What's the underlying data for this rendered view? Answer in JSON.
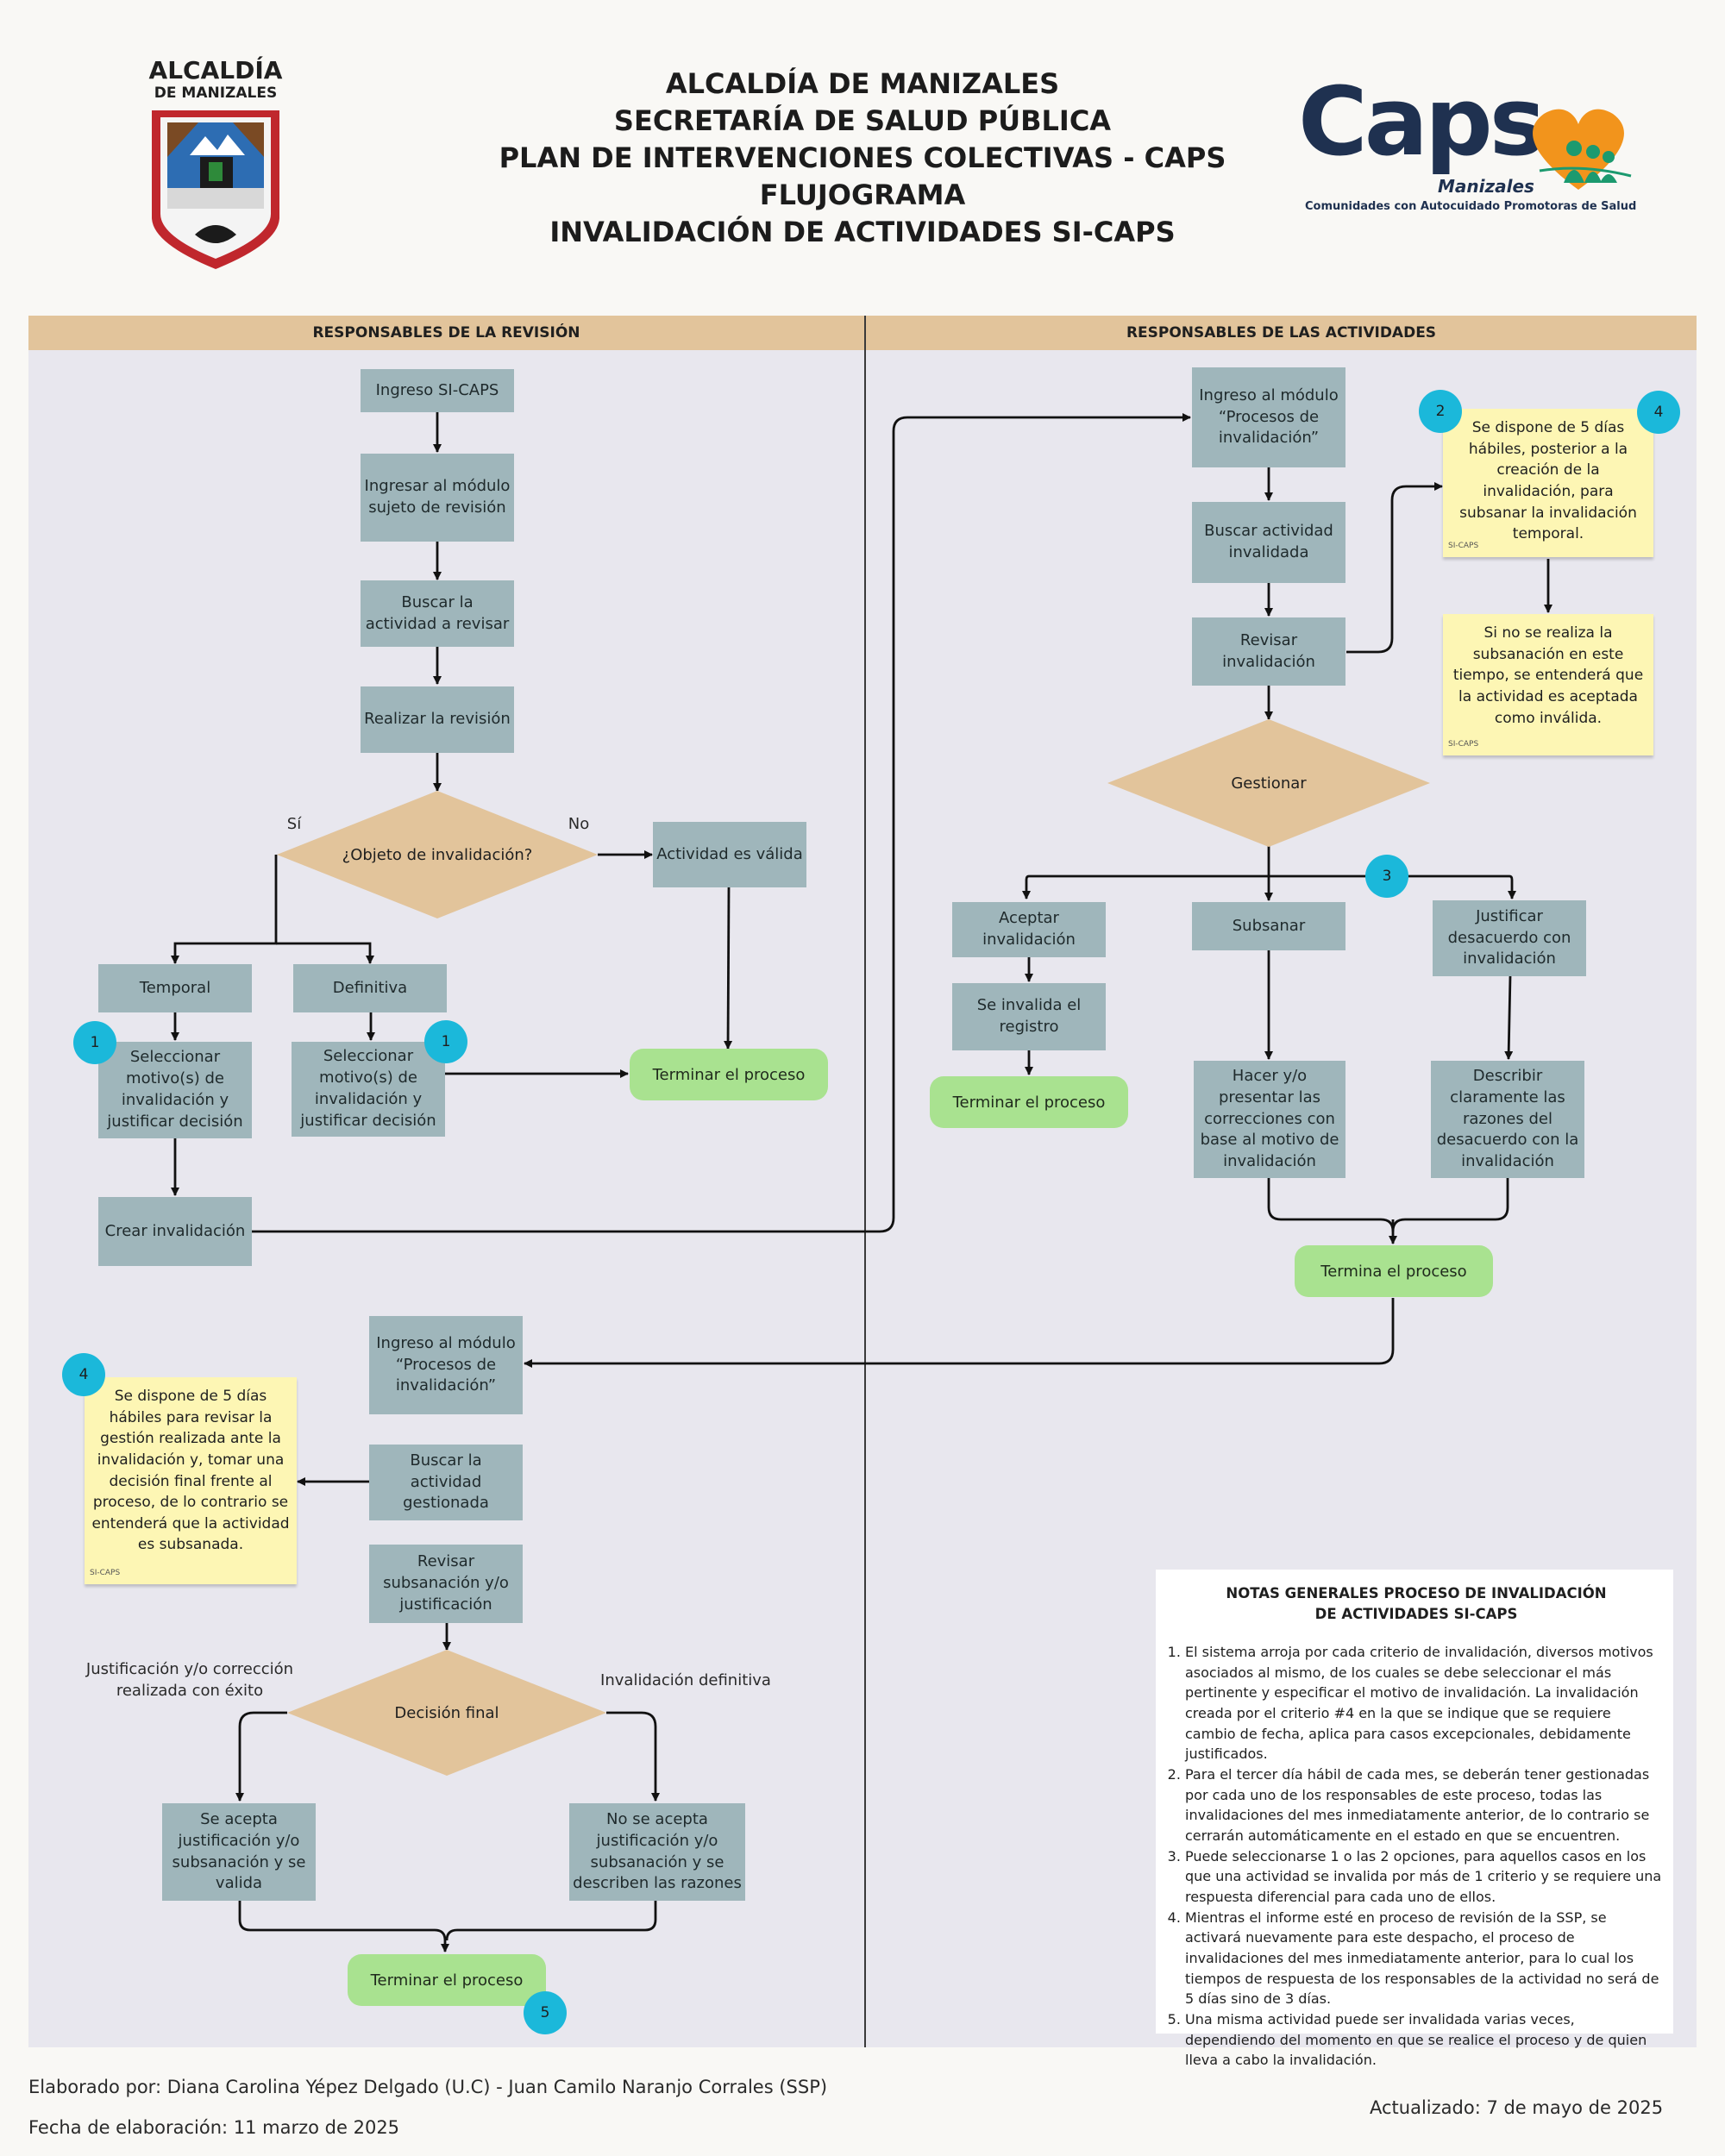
{
  "header": {
    "title_lines": [
      "ALCALDÍA DE MANIZALES",
      "SECRETARÍA DE SALUD PÚBLICA",
      "PLAN DE INTERVENCIONES COLECTIVAS - CAPS",
      "FLUJOGRAMA",
      "INVALIDACIÓN DE ACTIVIDADES SI-CAPS"
    ],
    "left_logo": {
      "line1": "ALCALDÍA",
      "line2": "DE MANIZALES"
    },
    "right_logo": {
      "word": "Caps",
      "sub": "Manizales",
      "tagline": "Comunidades con Autocuidado Promotoras de Salud"
    }
  },
  "lanes": {
    "left": "RESPONSABLES DE LA REVISIÓN",
    "right": "RESPONSABLES DE LAS ACTIVIDADES"
  },
  "left_flow": {
    "ingreso": "Ingreso SI-CAPS",
    "ingresar_modulo": "Ingresar al módulo sujeto de revisión",
    "buscar": "Buscar la actividad a revisar",
    "realizar": "Realizar la revisión",
    "decision": "¿Objeto de invalidación?",
    "yes": "Sí",
    "no": "No",
    "valida": "Actividad es válida",
    "temporal": "Temporal",
    "definitiva": "Definitiva",
    "sel_temp": "Seleccionar motivo(s) de invalidación y justificar decisión",
    "sel_def": "Seleccionar motivo(s) de invalidación y justificar decisión",
    "terminar": "Terminar el proceso",
    "crear": "Crear invalidación",
    "badge_temp": "1",
    "badge_def": "1"
  },
  "right_flow": {
    "ingreso": "Ingreso al módulo “Procesos de invalidación”",
    "buscar": "Buscar actividad invalidada",
    "revisar": "Revisar invalidación",
    "gestionar": "Gestionar",
    "aceptar": "Aceptar invalidación",
    "subsanar": "Subsanar",
    "justificar": "Justificar desacuerdo con invalidación",
    "se_invalida": "Se invalida el registro",
    "terminar": "Terminar el proceso",
    "hacer": "Hacer y/o presentar las correcciones con base al motivo de invalidación",
    "describir": "Describir claramente las razones del desacuerdo con la invalidación",
    "termina": "Termina el proceso",
    "badge_3": "3",
    "note1": {
      "text": "Se dispone de 5 días hábiles, posterior a la creación de la invalidación, para subsanar la invalidación temporal.",
      "tag": "SI-CAPS",
      "badge_a": "2",
      "badge_b": "4"
    },
    "note2": {
      "text": "Si no se realiza la subsanación en este tiempo, se entenderá que la actividad es aceptada como inválida.",
      "tag": "SI-CAPS"
    }
  },
  "bottom_flow": {
    "ingreso": "Ingreso al módulo “Procesos de invalidación”",
    "buscar": "Buscar la actividad gestionada",
    "revisar": "Revisar subsanación y/o justificación",
    "decision": "Decisión final",
    "left_label": "Justificación y/o corrección realizada con éxito",
    "right_label": "Invalidación definitiva",
    "acepta": "Se acepta justificación y/o subsanación y se valida",
    "no_acepta": "No se acepta justificación y/o subsanación y se describen las razones",
    "terminar": "Terminar el proceso",
    "badge_5": "5",
    "note": {
      "text": "Se dispone de 5 días hábiles para revisar la gestión realizada ante la invalidación y, tomar una decisión final frente al proceso, de lo contrario se entenderá que la actividad es subsanada.",
      "tag": "SI-CAPS",
      "badge": "4"
    }
  },
  "notes": {
    "title_line1": "NOTAS GENERALES PROCESO DE INVALIDACIÓN",
    "title_line2": "DE ACTIVIDADES SI-CAPS",
    "items": [
      "El sistema arroja por cada criterio de invalidación, diversos motivos asociados al mismo, de los cuales se debe seleccionar el más pertinente y especificar el motivo de invalidación. La invalidación creada por el criterio #4 en la que se indique que se requiere cambio de fecha, aplica para casos excepcionales, debidamente justificados.",
      "Para el tercer día hábil de cada mes, se deberán tener gestionadas por cada uno de los responsables de este proceso, todas las invalidaciones del mes inmediatamente anterior, de lo contrario se cerrarán automáticamente en el estado en que se encuentren.",
      "Puede seleccionarse 1 o las 2 opciones, para aquellos casos en los que una actividad se invalida por más de 1 criterio y se requiere una respuesta diferencial para cada uno de ellos.",
      "Mientras el informe esté en proceso de revisión de la SSP, se activará nuevamente para este despacho, el proceso de invalidaciones del mes inmediatamente anterior, para lo cual los tiempos de respuesta de los responsables de la actividad no será de 5 días sino de 3 días.",
      "Una misma actividad puede ser invalidada varias veces, dependiendo del momento en que se realice el proceso y de quien lleva a cabo la invalidación."
    ]
  },
  "footer": {
    "elaborado": "Elaborado por: Diana Carolina Yépez Delgado (U.C) - Juan Camilo Naranjo Corrales (SSP)",
    "fecha": "Fecha de elaboración: 11 marzo de 2025",
    "actualizado": "Actualizado: 7 de mayo de 2025"
  },
  "colors": {
    "process": "#9fb6bb",
    "decision": "#e2c49b",
    "terminal": "#a9e290",
    "note": "#fdf6b4",
    "badge": "#1bb8da",
    "lane_header": "#e2c49b",
    "lane_bg": "#e8e7ee"
  }
}
